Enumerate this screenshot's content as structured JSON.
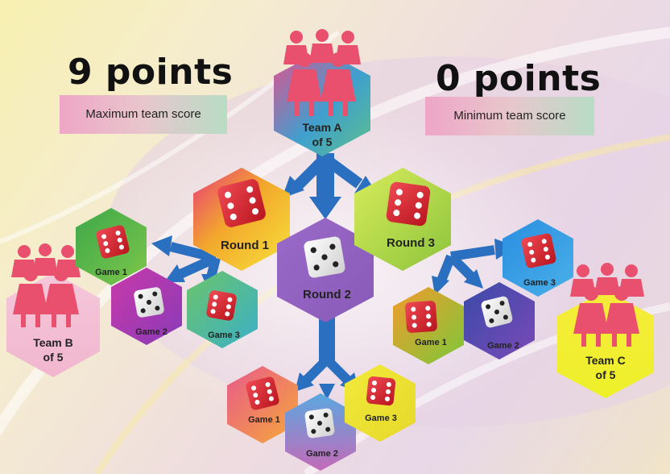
{
  "summary": {
    "max_points": "9 points",
    "max_caption": "Maximum team score",
    "min_points": "0 points",
    "min_caption": "Minimum team score"
  },
  "teams": {
    "a": {
      "line1": "Team A",
      "line2": "of 5"
    },
    "b": {
      "line1": "Team B",
      "line2": "of 5"
    },
    "c": {
      "line1": "Team C",
      "line2": "of 5"
    }
  },
  "rounds": {
    "round1": "Round 1",
    "round2": "Round 2",
    "round3": "Round 3"
  },
  "games": {
    "left": [
      "Game 1",
      "Game 2",
      "Game 3"
    ],
    "bottom": [
      "Game 1",
      "Game 2",
      "Game 3"
    ],
    "right": [
      "Game 1",
      "Game 2",
      "Game 3"
    ]
  },
  "colors": {
    "team_figure": "#e8506e",
    "dice_red": "#e02434",
    "dice_white": "#f4f4f4",
    "arrow": "#2a6fc0"
  }
}
